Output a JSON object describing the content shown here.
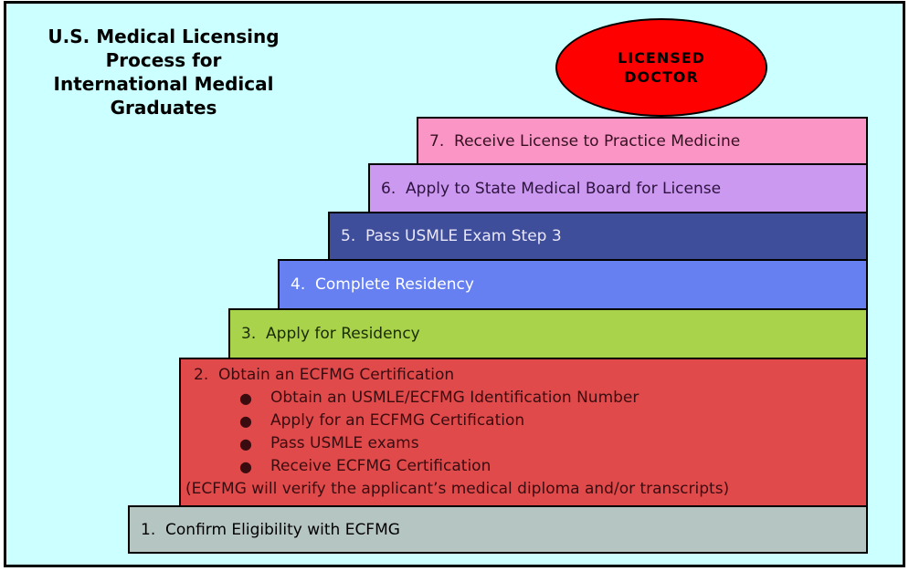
{
  "background_color": "#CCFFFF",
  "border_color": "#000000",
  "title": {
    "lines": [
      "U.S. Medical Licensing",
      "Process for",
      "International Medical",
      "Graduates"
    ],
    "text_color": "#000000"
  },
  "terminal": {
    "lines": [
      "LICENSED",
      "DOCTOR"
    ],
    "fill": "#FE0000",
    "text_color": "#000000"
  },
  "steps": [
    {
      "id": 1,
      "label": "1.  Confirm Eligibility with ECFMG",
      "fill": "#B5C6C2",
      "text_color": "#000000"
    },
    {
      "id": 2,
      "label": "2.  Obtain an ECFMG Certification",
      "bullets": [
        "Obtain an USMLE/ECFMG Identification Number",
        "Apply for an ECFMG Certification",
        "Pass USMLE exams",
        "Receive ECFMG Certification"
      ],
      "footnote": "(ECFMG will verify the applicant’s medical diploma and/or transcripts)",
      "bullet_char": "●",
      "fill": "#E04A4A",
      "text_color": "#3A0C10"
    },
    {
      "id": 3,
      "label": "3.  Apply for Residency",
      "fill": "#A9D34B",
      "text_color": "#1A2B06"
    },
    {
      "id": 4,
      "label": "4.  Complete Residency",
      "fill": "#6680F2",
      "text_color": "#FFFFFF"
    },
    {
      "id": 5,
      "label": "5.  Pass USMLE Exam Step 3",
      "fill": "#3E4E9B",
      "text_color": "#EAE7F8"
    },
    {
      "id": 6,
      "label": "6.  Apply to State Medical Board for License",
      "fill": "#CC99F0",
      "text_color": "#2D1340"
    },
    {
      "id": 7,
      "label": "7.  Receive License to Practice Medicine",
      "fill": "#FB95C6",
      "text_color": "#351120"
    }
  ]
}
